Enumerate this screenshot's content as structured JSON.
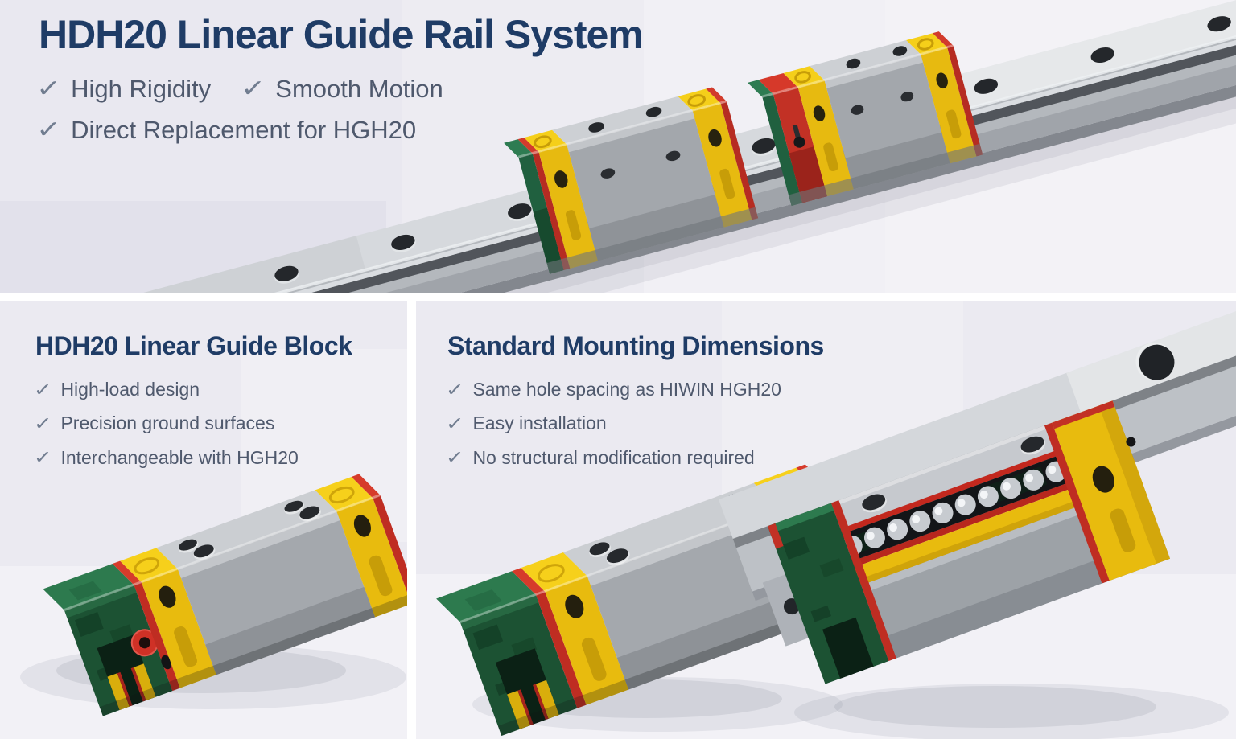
{
  "hero": {
    "title": "HDH20 Linear Guide Rail System",
    "features": [
      "High Rigidity",
      "Smooth Motion",
      "Direct Replacement for HGH20"
    ]
  },
  "left_panel": {
    "title": "HDH20 Linear Guide Block",
    "features": [
      "High-load design",
      "Precision ground surfaces",
      "Interchangeable with HGH20"
    ]
  },
  "right_panel": {
    "title": "Standard Mounting Dimensions",
    "features": [
      "Same hole spacing as HIWIN HGH20",
      "Easy installation",
      "No structural modification required"
    ]
  },
  "icons": {
    "check": "✓"
  },
  "colors": {
    "heading_navy": "#1f3c66",
    "body_text": "#4f596d",
    "check_mark": "#717d90",
    "divider_white": "#ffffff",
    "background_lavender": "#eae9f1",
    "brand_yellow": "#e8bb0e",
    "brand_green": "#1c5233",
    "brand_red": "#bf2d22",
    "steel_gray": "#a4a8ad",
    "rail_gray": "#d6d9dd"
  }
}
